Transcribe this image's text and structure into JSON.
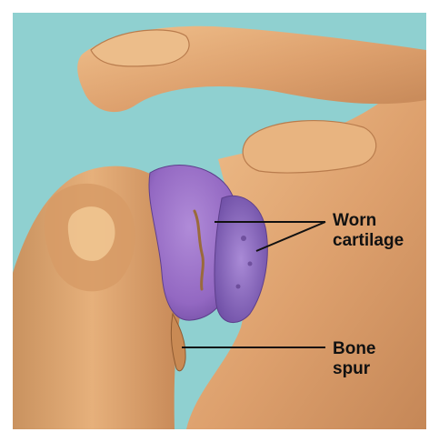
{
  "labels": {
    "worn_cartilage": {
      "line1": "Worn",
      "line2": "cartilage"
    },
    "bone_spur": {
      "line1": "Bone",
      "line2": "spur"
    }
  },
  "colors": {
    "background": "#8fd0d0",
    "bone": "#e0a877",
    "bone_dark": "#b5784c",
    "cartilage": "#9a6ec7",
    "cartilage_dark": "#6c4a9e",
    "leader_line": "#111111",
    "frame": "#ffffff"
  }
}
